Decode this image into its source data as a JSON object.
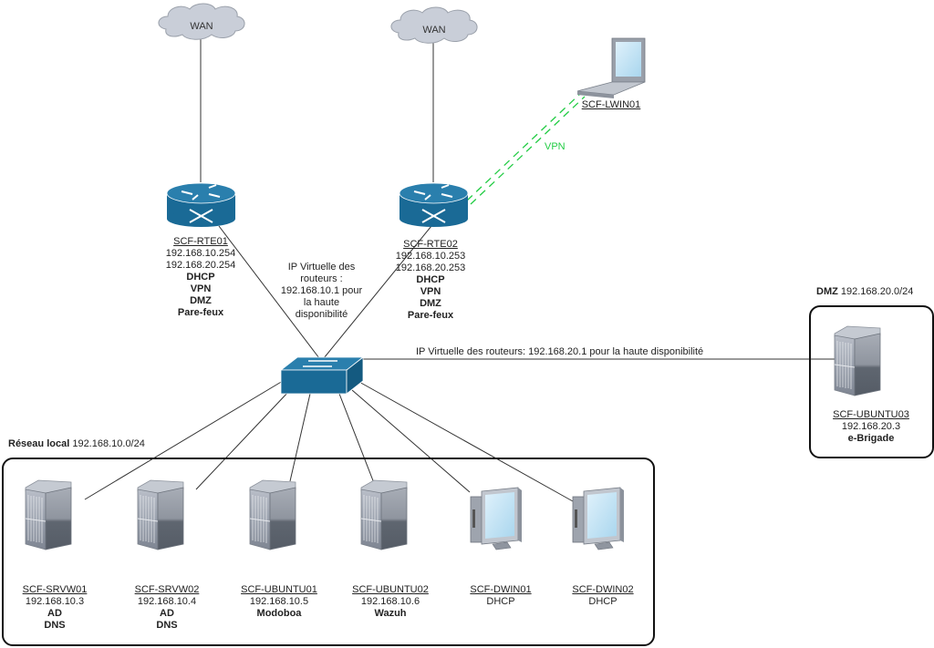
{
  "clouds": [
    {
      "label": "WAN"
    },
    {
      "label": "WAN"
    }
  ],
  "routers": [
    {
      "name": "SCF-RTE01",
      "ips": [
        "192.168.10.254",
        "192.168.20.254"
      ],
      "roles": [
        "DHCP",
        "VPN",
        "DMZ",
        "Pare-feux"
      ]
    },
    {
      "name": "SCF-RTE02",
      "ips": [
        "192.168.10.253",
        "192.168.20.253"
      ],
      "roles": [
        "DHCP",
        "VPN",
        "DMZ",
        "Pare-feux"
      ]
    }
  ],
  "laptop": {
    "name": "SCF-LWIN01"
  },
  "vpn_link": {
    "label": "VPN",
    "color": "#22cc44"
  },
  "virtual_ip_lan_note": "IP Virtuelle des routeurs : 192.168.10.1 pour la haute disponibilité",
  "virtual_ip_lan_lines": [
    "IP Virtuelle des",
    "routeurs :",
    "192.168.10.1 pour",
    "la haute",
    "disponibilité"
  ],
  "virtual_ip_dmz_note": "IP Virtuelle des routeurs: 192.168.20.1 pour la haute disponibilité",
  "groups": {
    "dmz": {
      "title_bold": "DMZ",
      "title_rest": "192.168.20.0/24"
    },
    "lan": {
      "title_bold": "Réseau local",
      "title_rest": "192.168.10.0/24"
    }
  },
  "dmz_hosts": [
    {
      "name": "SCF-UBUNTU03",
      "ip": "192.168.20.3",
      "role": "e-Brigade",
      "type": "server"
    }
  ],
  "lan_hosts": [
    {
      "name": "SCF-SRVW01",
      "ip": "192.168.10.3",
      "roles": [
        "AD",
        "DNS"
      ],
      "type": "server"
    },
    {
      "name": "SCF-SRVW02",
      "ip": "192.168.10.4",
      "roles": [
        "AD",
        "DNS"
      ],
      "type": "server"
    },
    {
      "name": "SCF-UBUNTU01",
      "ip": "192.168.10.5",
      "roles": [
        "Modoboa"
      ],
      "type": "server"
    },
    {
      "name": "SCF-UBUNTU02",
      "ip": "192.168.10.6",
      "roles": [
        "Wazuh"
      ],
      "type": "server"
    },
    {
      "name": "SCF-DWIN01",
      "ip": "DHCP",
      "roles": [],
      "type": "desktop"
    },
    {
      "name": "SCF-DWIN02",
      "ip": "DHCP",
      "roles": [],
      "type": "desktop"
    }
  ],
  "colors": {
    "cisco_blue": "#1a6a96",
    "link": "#333333",
    "vpn": "#22cc44",
    "cloud_fill": "#c9ced8"
  }
}
